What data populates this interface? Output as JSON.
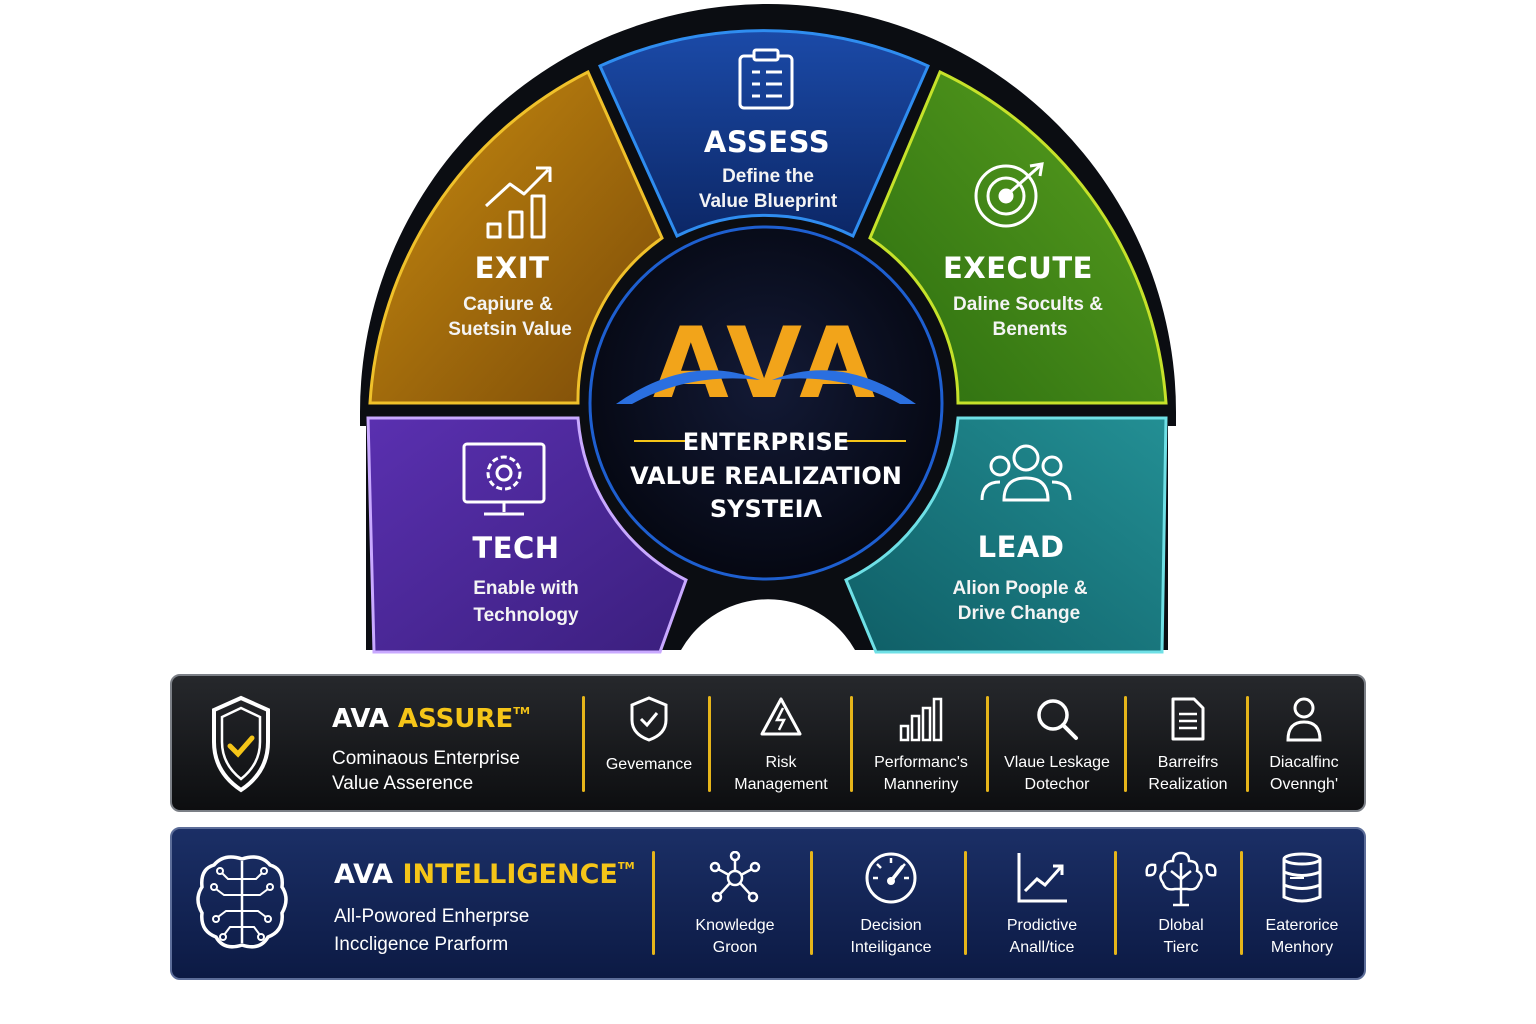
{
  "segments": {
    "assess": {
      "title": "ASSESS",
      "line1": "Define the",
      "line2": "Value Blueprint",
      "icon": "clipboard-icon"
    },
    "execute": {
      "title": "EXECUTE",
      "line1": "Daline Socults &",
      "line2": "Benents",
      "icon": "target-icon"
    },
    "exit": {
      "title": "EXIT",
      "line1": "Capiure &",
      "line2": "Suetsin Value",
      "icon": "growth-chart-icon"
    },
    "tech": {
      "title": "TECH",
      "line1": "Enable with",
      "line2": "Technology",
      "icon": "monitor-gear-icon"
    },
    "lead": {
      "title": "LEAD",
      "line1": "Alion Poople &",
      "line2": "Drive Change",
      "icon": "people-group-icon"
    }
  },
  "center": {
    "logo": "AVA",
    "line1": "ENTERPRISE",
    "line2": "VALUE REALIZATION",
    "line3": "SYSTEIΛ"
  },
  "assure": {
    "title_prefix": "AVA",
    "title_accent": "ASSURE",
    "tm": "TM",
    "desc1": "Cominaous Enterprise",
    "desc2": "Value Asserence",
    "items": [
      {
        "line1": "Gevemance",
        "line2": "",
        "icon": "shield-check-icon"
      },
      {
        "line1": "Risk",
        "line2": "Management",
        "icon": "warning-icon"
      },
      {
        "line1": "Performanc's",
        "line2": "Mannerinу",
        "icon": "bar-chart-icon"
      },
      {
        "line1": "Vlaue Leskage",
        "line2": "Dotechor",
        "icon": "magnifier-icon"
      },
      {
        "line1": "Barreifrs",
        "line2": "Realization",
        "icon": "document-icon"
      },
      {
        "line1": "Diacalfinc",
        "line2": "Ovenngh'",
        "icon": "person-icon"
      }
    ]
  },
  "intelligence": {
    "title_prefix": "AVA",
    "title_accent": "INTELLIGENCE",
    "tm": "TM",
    "desc1": "All-Powored Enherprse",
    "desc2": "Inccligence Prarform",
    "items": [
      {
        "line1": "Knowledge",
        "line2": "Groon",
        "icon": "network-graph-icon"
      },
      {
        "line1": "Decision",
        "line2": "Inteiligance",
        "icon": "gauge-icon"
      },
      {
        "line1": "Prodictive",
        "line2": "Anall/tice",
        "icon": "trend-line-icon"
      },
      {
        "line1": "Dlobal",
        "line2": "Tierc",
        "icon": "tree-network-icon"
      },
      {
        "line1": "Eaterorice",
        "line2": "Menhory",
        "icon": "database-icon"
      }
    ]
  },
  "colors": {
    "assess": "#123a8c",
    "execute": "#3f8f1a",
    "exit": "#b8780c",
    "tech": "#4f2a9c",
    "lead": "#1d7f85",
    "center": "#070b1c",
    "accent_gold": "#f5c518",
    "accent_blue": "#1e5fd0"
  }
}
